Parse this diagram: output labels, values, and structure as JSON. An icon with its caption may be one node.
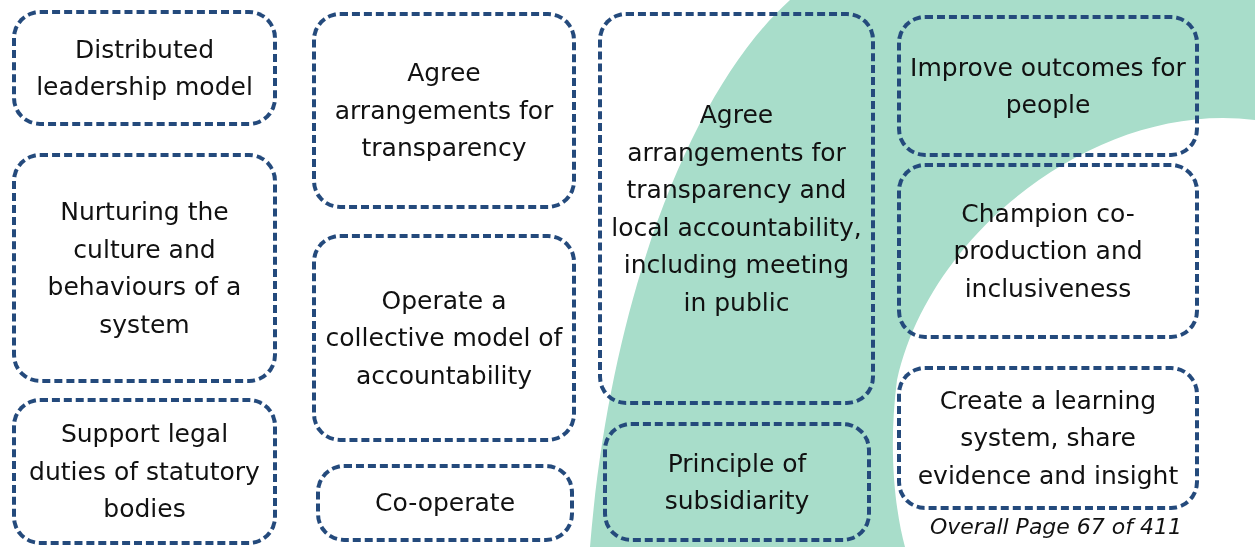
{
  "diagram": {
    "nodes": [
      {
        "text": [
          "Distributed leadership model"
        ]
      },
      {
        "text": [
          "Nurturing the culture and behaviours of a system"
        ]
      },
      {
        "text": [
          "Support legal duties of statutory bodies"
        ]
      },
      {
        "text": [
          "Agree arrangements for transparency"
        ]
      },
      {
        "text": [
          "Operate a collective model of accountability"
        ]
      },
      {
        "text": [
          "Co-operate"
        ]
      },
      {
        "text": [
          "Agree arrangements for transparency and local accountability, including meeting in public"
        ]
      },
      {
        "text": [
          "Principle of subsidiarity"
        ]
      },
      {
        "text": [
          "Improve outcomes for people"
        ]
      },
      {
        "text": [
          "Champion co-production and inclusiveness"
        ]
      },
      {
        "text": [
          "Create a learning system, share evidence and insight"
        ]
      }
    ],
    "edges": [],
    "labels": [
      "Overall Page 67 of 411"
    ]
  }
}
